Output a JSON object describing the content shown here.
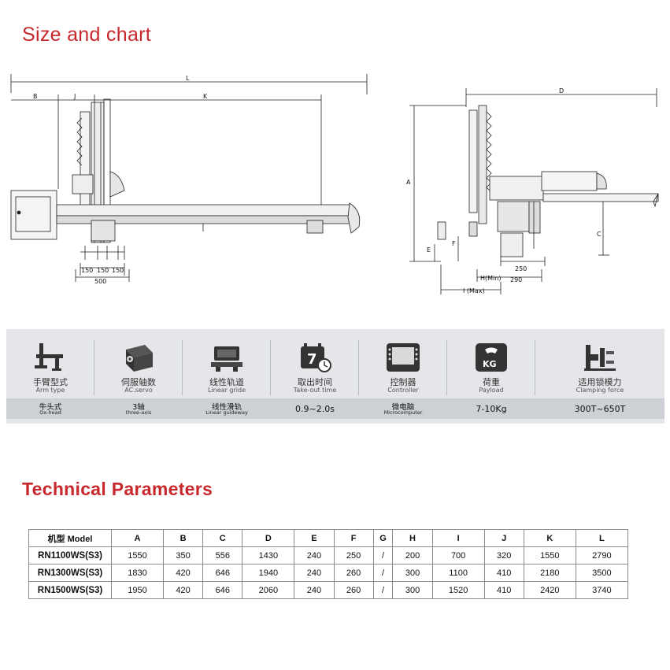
{
  "size_title": "Size and chart",
  "tech_title": "Technical Parameters",
  "drawing": {
    "left": {
      "L": "L",
      "B": "B",
      "J": "J",
      "K": "K",
      "d150a": "150",
      "d150b": "150",
      "d150c": "150",
      "d500": "500"
    },
    "right": {
      "D": "D",
      "A": "A",
      "C": "C",
      "E": "E",
      "F": "F",
      "d250": "250",
      "hmin": "H(Min)",
      "d290": "290",
      "imax": "I (Max)"
    }
  },
  "features": [
    {
      "zh": "手臂型式",
      "en": "Arm type",
      "value_zh": "牛头式",
      "value_en": "Ox-head",
      "icon": "arm-type-icon"
    },
    {
      "zh": "伺服轴数",
      "en": "AC.servo",
      "value_zh": "3轴",
      "value_en": "three-axis",
      "icon": "servo-motor-icon"
    },
    {
      "zh": "线性轨道",
      "en": "Linear gride",
      "value_zh": "线性滑轨",
      "value_en": "Linear guideway",
      "icon": "linear-rail-icon"
    },
    {
      "zh": "取出时间",
      "en": "Take-out time",
      "value": "0.9~2.0s",
      "icon": "calendar-clock-icon",
      "calendar_day": "7"
    },
    {
      "zh": "控制器",
      "en": "Controller",
      "value_zh": "微电脑",
      "value_en": "Microcomputer",
      "icon": "controller-screen-icon"
    },
    {
      "zh": "荷重",
      "en": "Payload",
      "value": "7-10Kg",
      "icon": "weight-kg-icon",
      "weight_label": "KG"
    },
    {
      "zh": "适用锁模力",
      "en": "Clamping force",
      "value": "300T~650T",
      "icon": "clamping-icon"
    }
  ],
  "table": {
    "headers": [
      "机型 Model",
      "A",
      "B",
      "C",
      "D",
      "E",
      "F",
      "G",
      "H",
      "I",
      "J",
      "K",
      "L"
    ],
    "rows": [
      [
        "RN1100WS(S3)",
        "1550",
        "350",
        "556",
        "1430",
        "240",
        "250",
        "/",
        "200",
        "700",
        "320",
        "1550",
        "2790"
      ],
      [
        "RN1300WS(S3)",
        "1830",
        "420",
        "646",
        "1940",
        "240",
        "260",
        "/",
        "300",
        "1100",
        "410",
        "2180",
        "3500"
      ],
      [
        "RN1500WS(S3)",
        "1950",
        "420",
        "646",
        "2060",
        "240",
        "260",
        "/",
        "300",
        "1520",
        "410",
        "2420",
        "3740"
      ]
    ]
  }
}
